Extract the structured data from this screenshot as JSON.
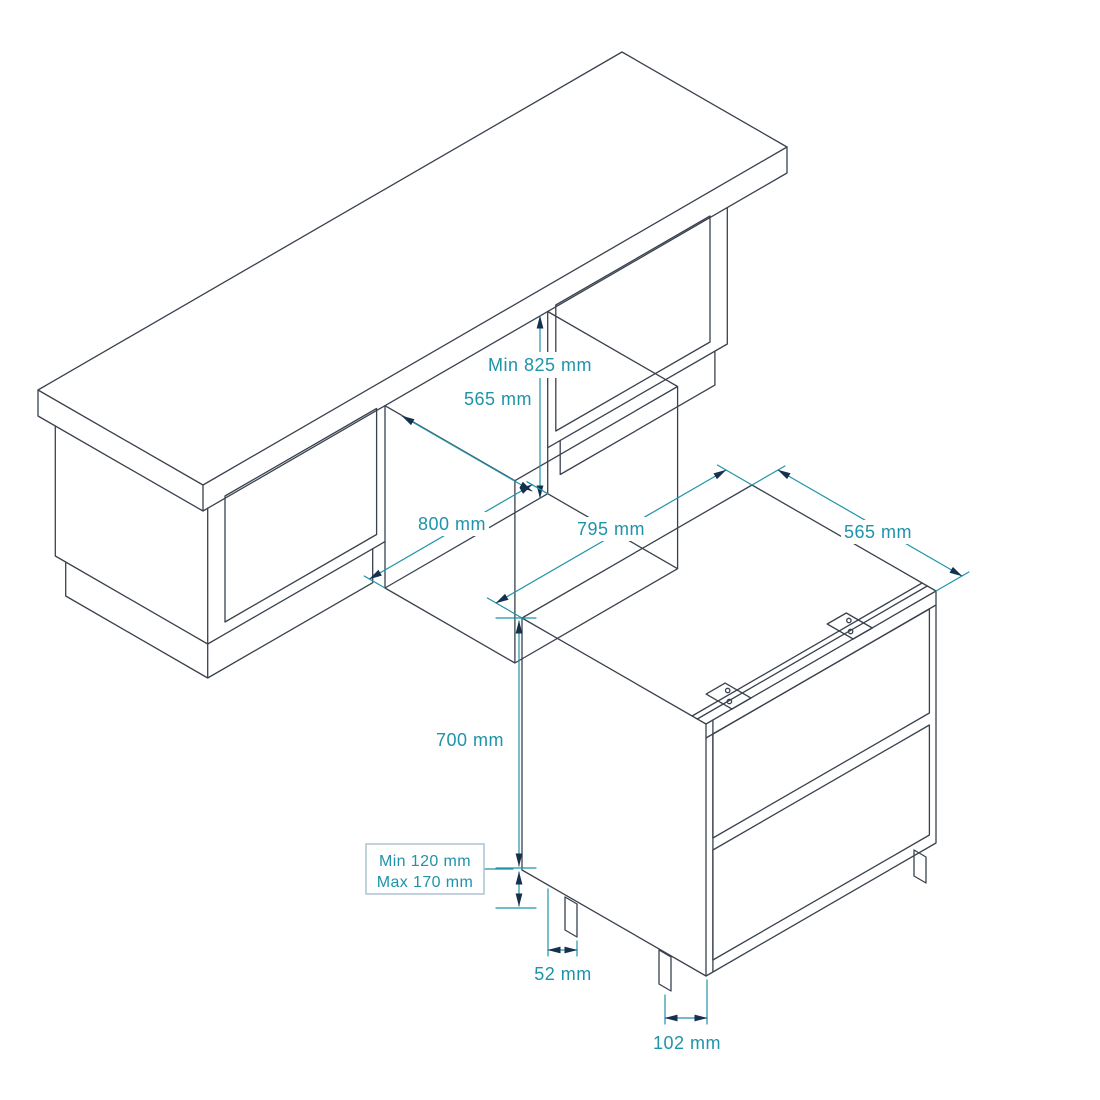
{
  "colors": {
    "background": "#ffffff",
    "artwork_line": "#39424e",
    "dimension": "#1e93a9",
    "arrowhead": "#16304d",
    "callout_border": "#a7bfcd"
  },
  "counter": {
    "niche_height_label": "Min 825 mm",
    "niche_depth_label": "565 mm",
    "niche_width_label": "800 mm"
  },
  "appliance": {
    "width_label": "795 mm",
    "depth_label": "565 mm",
    "height_label": "700 mm",
    "feet_min_label": "Min 120 mm",
    "feet_max_label": "Max 170 mm",
    "foot_side_label": "52 mm",
    "foot_front_label": "102 mm"
  }
}
